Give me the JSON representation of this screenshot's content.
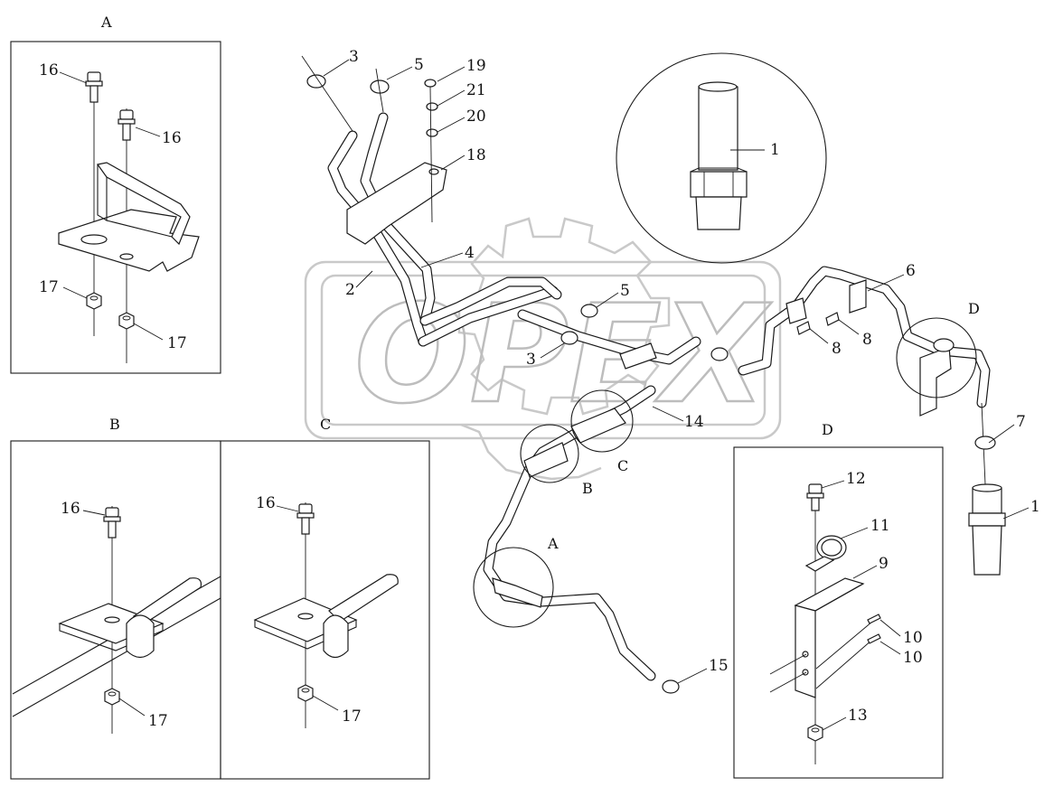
{
  "watermark": "OPEX",
  "view_labels": {
    "A_top": "A",
    "B_top": "B",
    "C_inner": "C",
    "D_panel": "D",
    "D_main": "D",
    "A_main": "A",
    "B_main": "B",
    "C_main": "C"
  },
  "callouts": {
    "c1_detail": "1",
    "c1_right": "1",
    "c2": "2",
    "c3_top": "3",
    "c3_mid": "3",
    "c4": "4",
    "c5_top": "5",
    "c5_mid": "5",
    "c6": "6",
    "c7": "7",
    "c8_a": "8",
    "c8_b": "8",
    "c9": "9",
    "c10_a": "10",
    "c10_b": "10",
    "c11": "11",
    "c12": "12",
    "c13": "13",
    "c14": "14",
    "c15": "15",
    "c16_a1": "16",
    "c16_a2": "16",
    "c16_b": "16",
    "c16_c": "16",
    "c17_a1": "17",
    "c17_a2": "17",
    "c17_b": "17",
    "c17_c": "17",
    "c18": "18",
    "c19": "19",
    "c20": "20",
    "c21": "21"
  }
}
